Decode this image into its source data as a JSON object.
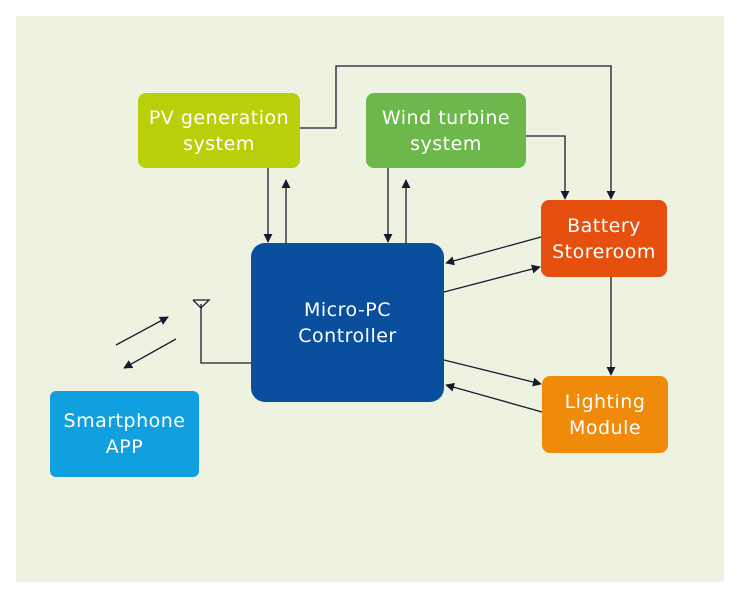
{
  "colors": {
    "background": "#eef3e1",
    "line": "#1a1a2e",
    "pv": "#b8cf0a",
    "wind": "#6cb84a",
    "battery": "#e5500f",
    "controller": "#0a4f9e",
    "lighting": "#f08a0a",
    "smartphone": "#10a0e0"
  },
  "nodes": {
    "pv": {
      "line1": "PV generation",
      "line2": "system"
    },
    "wind": {
      "line1": "Wind turbine",
      "line2": "system"
    },
    "battery": {
      "line1": "Battery",
      "line2": "Storeroom"
    },
    "controller": {
      "line1": "Micro-PC",
      "line2": "Controller"
    },
    "lighting": {
      "line1": "Lighting",
      "line2": "Module"
    },
    "smartphone": {
      "line1": "Smartphone",
      "line2": "APP"
    }
  },
  "icons": {
    "antenna": "antenna-icon"
  }
}
